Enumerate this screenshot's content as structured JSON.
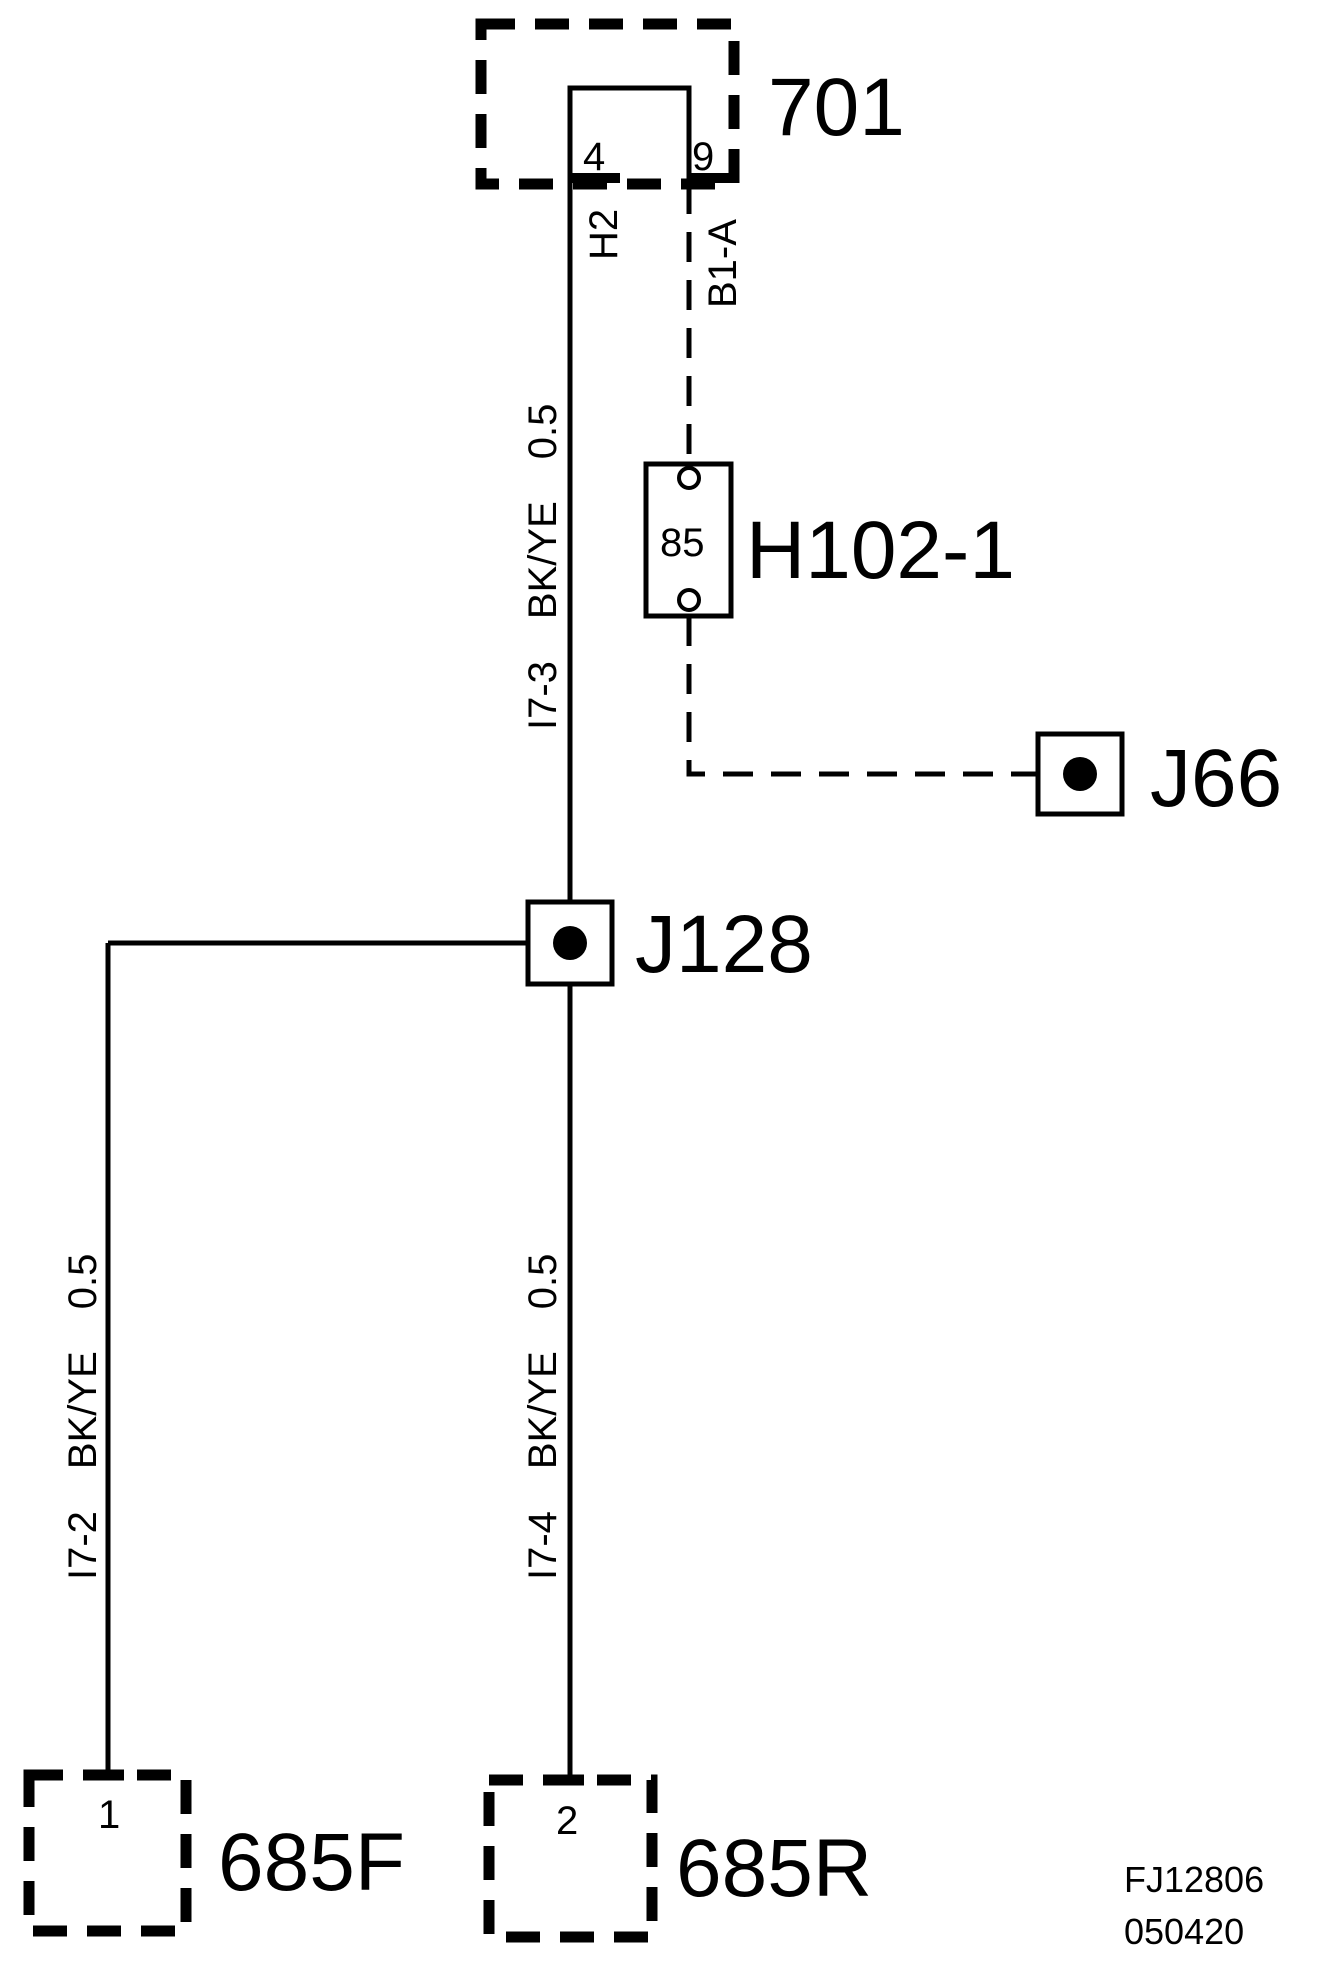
{
  "components": {
    "c701": {
      "label": "701",
      "pin_left": "4",
      "pin_right": "9",
      "cavity_left": "H2",
      "cavity_right": "B1-A"
    },
    "h102": {
      "label": "H102-1",
      "pin": "85"
    },
    "j66": {
      "label": "J66"
    },
    "j128": {
      "label": "J128"
    },
    "c685f": {
      "label": "685F",
      "pin": "1"
    },
    "c685r": {
      "label": "685R",
      "pin": "2"
    }
  },
  "wires": {
    "upper": {
      "circuit": "I7-3",
      "color": "BK/YE",
      "size": "0.5"
    },
    "left": {
      "circuit": "I7-2",
      "color": "BK/YE",
      "size": "0.5"
    },
    "lower": {
      "circuit": "I7-4",
      "color": "BK/YE",
      "size": "0.5"
    }
  },
  "drawing_code": {
    "line1": "FJ12806",
    "line2": "050420"
  }
}
